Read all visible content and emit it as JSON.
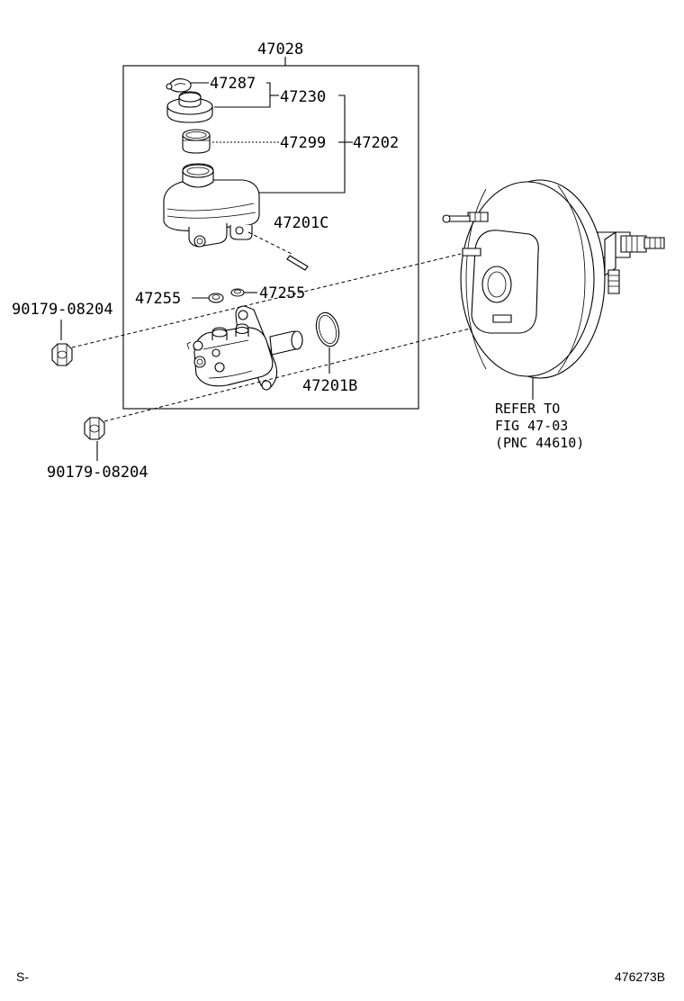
{
  "parts": {
    "assembly": "47028",
    "clip": "47287",
    "cap_assy": "47230",
    "strainer": "47299",
    "reservoir_sub": "47202",
    "pin": "47201C",
    "grommet_left": "47255",
    "grommet_right": "47255",
    "o_ring": "47201B",
    "nut_upper": "90179-08204",
    "nut_lower": "90179-08204"
  },
  "booster_note": [
    "REFER TO",
    "FIG 47-03",
    "(PNC 44610)"
  ],
  "footer": {
    "left": "S-",
    "right": "476273B"
  }
}
